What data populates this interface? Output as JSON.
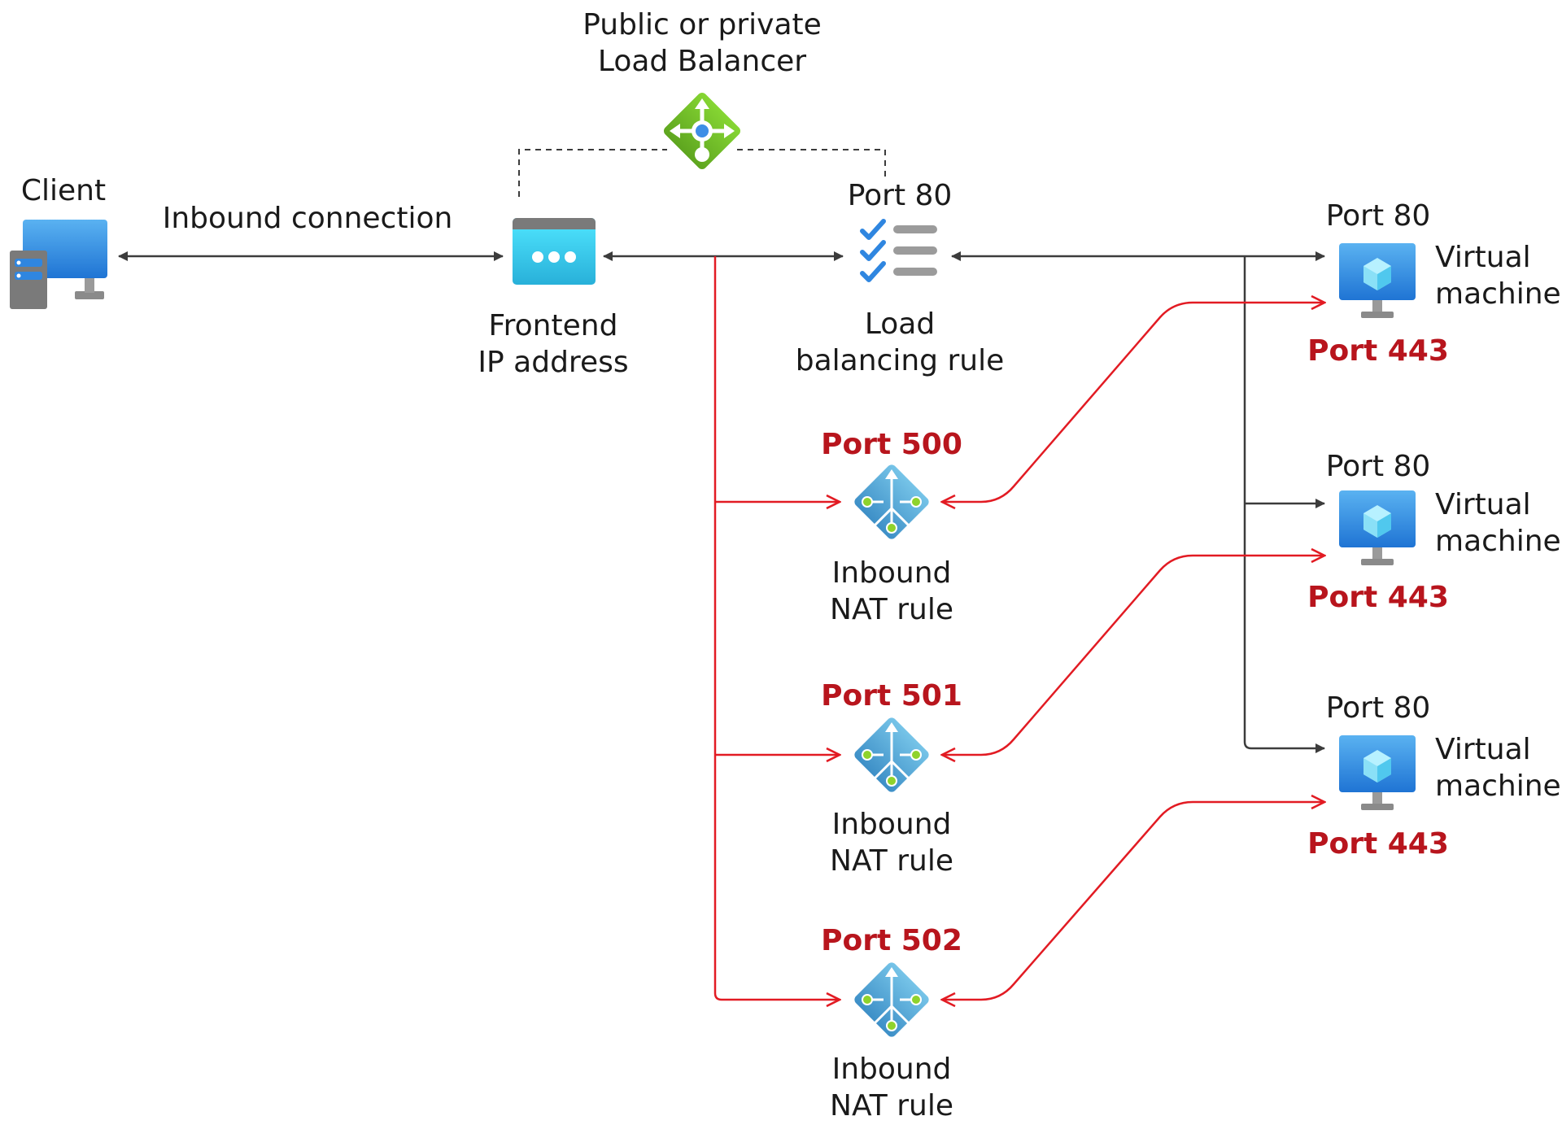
{
  "load_balancer": {
    "line1": "Public or private",
    "line2": "Load Balancer",
    "icon": "load-balancer-icon"
  },
  "client": {
    "label": "Client",
    "icon": "client-computer-icon"
  },
  "inbound_connection": {
    "label": "Inbound connection"
  },
  "frontend": {
    "line1": "Frontend",
    "line2": "IP address",
    "icon": "frontend-ip-icon"
  },
  "lb_rule": {
    "port": "Port 80",
    "line1": "Load",
    "line2": "balancing rule",
    "icon": "lb-rule-checklist-icon"
  },
  "nat_rules": [
    {
      "port": "Port 500",
      "line1": "Inbound",
      "line2": "NAT rule",
      "icon": "nat-rule-icon"
    },
    {
      "port": "Port 501",
      "line1": "Inbound",
      "line2": "NAT rule",
      "icon": "nat-rule-icon"
    },
    {
      "port": "Port 502",
      "line1": "Inbound",
      "line2": "NAT rule",
      "icon": "nat-rule-icon"
    }
  ],
  "vms": [
    {
      "port_top": "Port 80",
      "line1": "Virtual",
      "line2": "machine",
      "port_bottom": "Port 443",
      "icon": "virtual-machine-icon"
    },
    {
      "port_top": "Port 80",
      "line1": "Virtual",
      "line2": "machine",
      "port_bottom": "Port 443",
      "icon": "virtual-machine-icon"
    },
    {
      "port_top": "Port 80",
      "line1": "Virtual",
      "line2": "machine",
      "port_bottom": "Port 443",
      "icon": "virtual-machine-icon"
    }
  ],
  "colors": {
    "dark_line": "#3c3c3c",
    "red_line": "#e21b23",
    "red_text": "#b8151d"
  }
}
